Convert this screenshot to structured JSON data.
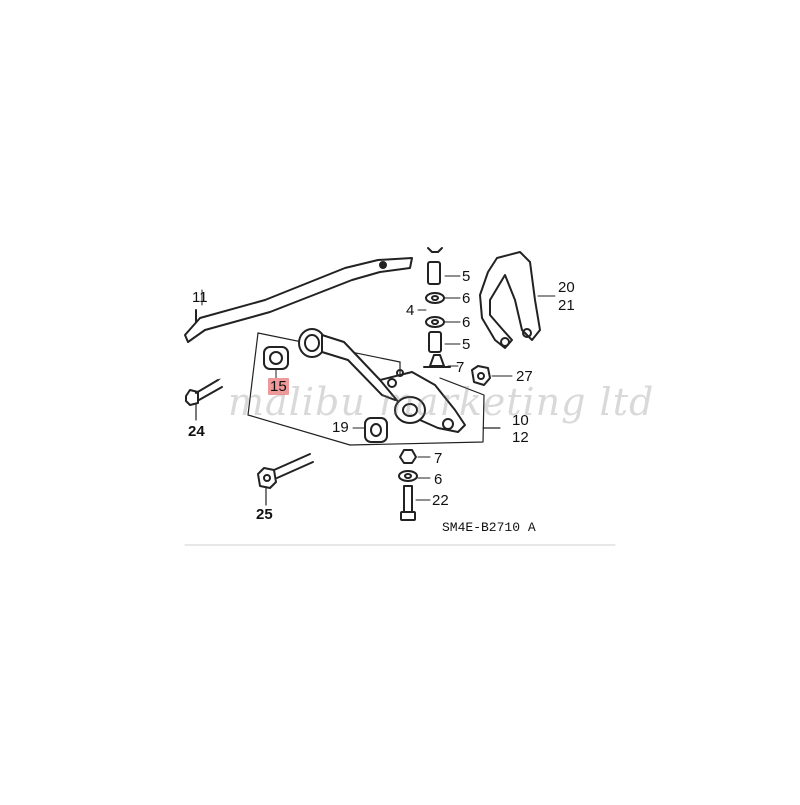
{
  "diagram": {
    "callouts": {
      "c11": "11",
      "c4": "4",
      "c5a": "5",
      "c6a": "6",
      "c6b": "6",
      "c5b": "5",
      "c7a": "7",
      "c20": "20",
      "c21": "21",
      "c27": "27",
      "c15": "15",
      "c24": "24",
      "c19": "19",
      "c10": "10",
      "c12": "12",
      "c7b": "7",
      "c6c": "6",
      "c22": "22",
      "c25": "25"
    },
    "diagram_code": "SM4E-B2710 A",
    "watermark": "malibu marketing ltd",
    "colors": {
      "line": "#222222",
      "highlight": "#ef9a9a",
      "watermark": "#8a8a8a"
    }
  }
}
